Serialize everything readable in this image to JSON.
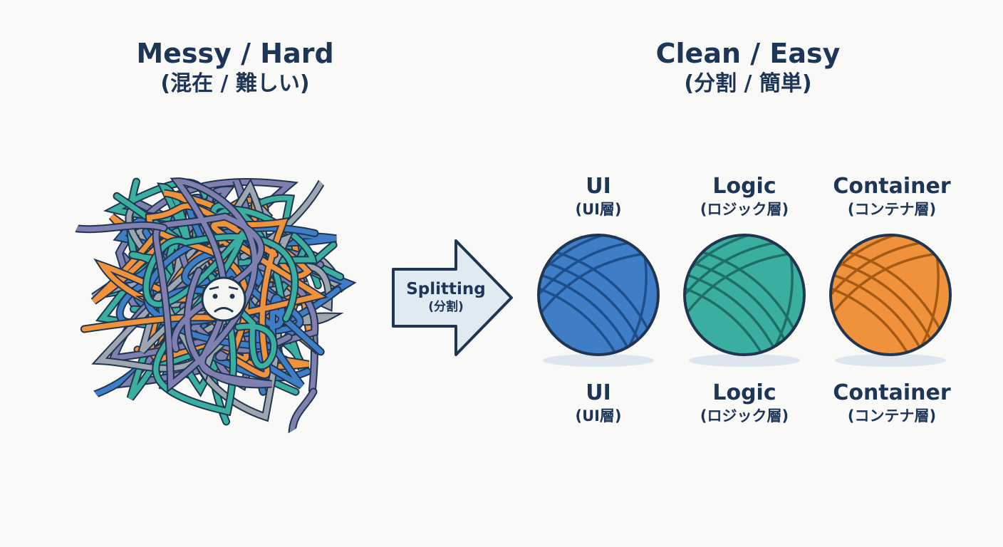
{
  "left": {
    "title_en": "Messy / Hard",
    "title_ja": "(混在 / 難しい)"
  },
  "right": {
    "title_en": "Clean / Easy",
    "title_ja": "(分割 / 簡単)"
  },
  "arrow": {
    "label_en": "Splitting",
    "label_ja": "(分割)"
  },
  "layers": [
    {
      "name": "UI",
      "name_ja": "(UI層)",
      "color": "#3f7dc7",
      "dark": "#1d4f8c"
    },
    {
      "name": "Logic",
      "name_ja": "(ロジック層)",
      "color": "#3aae9f",
      "dark": "#1e6e66"
    },
    {
      "name": "Container",
      "name_ja": "(コンテナ層)",
      "color": "#f0923b",
      "dark": "#a45a14"
    }
  ],
  "colors": {
    "text": "#1d3557",
    "outline": "#1f3550",
    "arrow_fill": "#dfeaf3",
    "yarn": [
      "#3f7dc7",
      "#f0923b",
      "#3aae9f",
      "#7f7fb0",
      "#9ea7b0"
    ]
  },
  "icons": {
    "tangle": "tangled-yarn-icon",
    "face": "worried-face-icon",
    "arrow": "right-arrow-icon",
    "ball": "yarn-ball-icon"
  }
}
